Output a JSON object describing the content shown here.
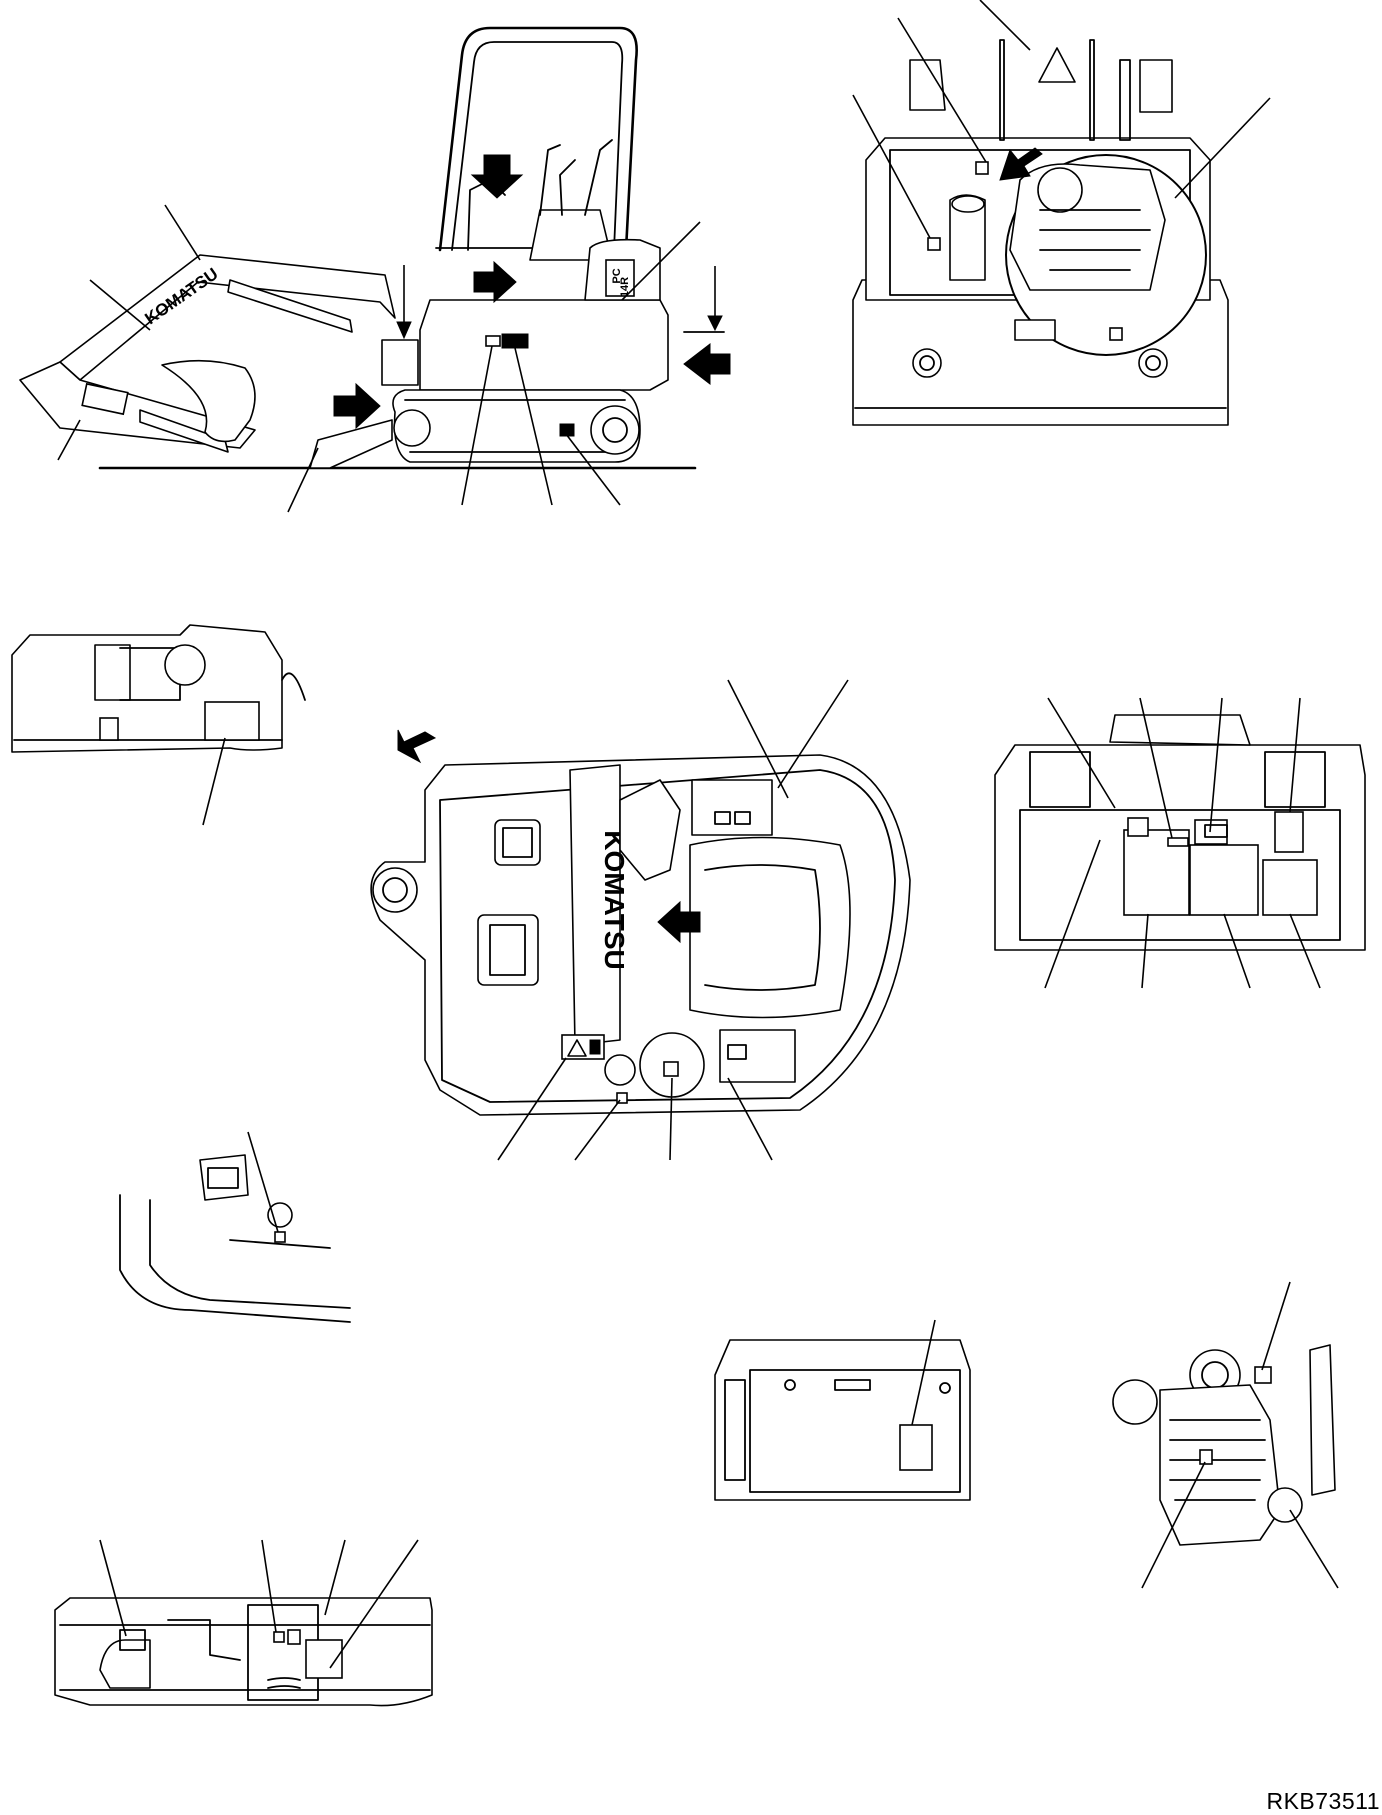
{
  "drawing": {
    "code": "RKB73511",
    "brand_on_boom": "KOMATSU",
    "brand_on_cover": "KOMATSU",
    "model_badge_top": "PC",
    "model_badge_bottom": "14R"
  },
  "views": [
    {
      "name": "machine-side-view"
    },
    {
      "name": "rear-view-engine-open"
    },
    {
      "name": "fuel-tank-side-view"
    },
    {
      "name": "top-view-operator-deck"
    },
    {
      "name": "right-side-cover-view"
    },
    {
      "name": "rear-floor-detail"
    },
    {
      "name": "bottom-cover-view"
    },
    {
      "name": "panel-detail-view"
    },
    {
      "name": "engine-detail-view"
    }
  ]
}
